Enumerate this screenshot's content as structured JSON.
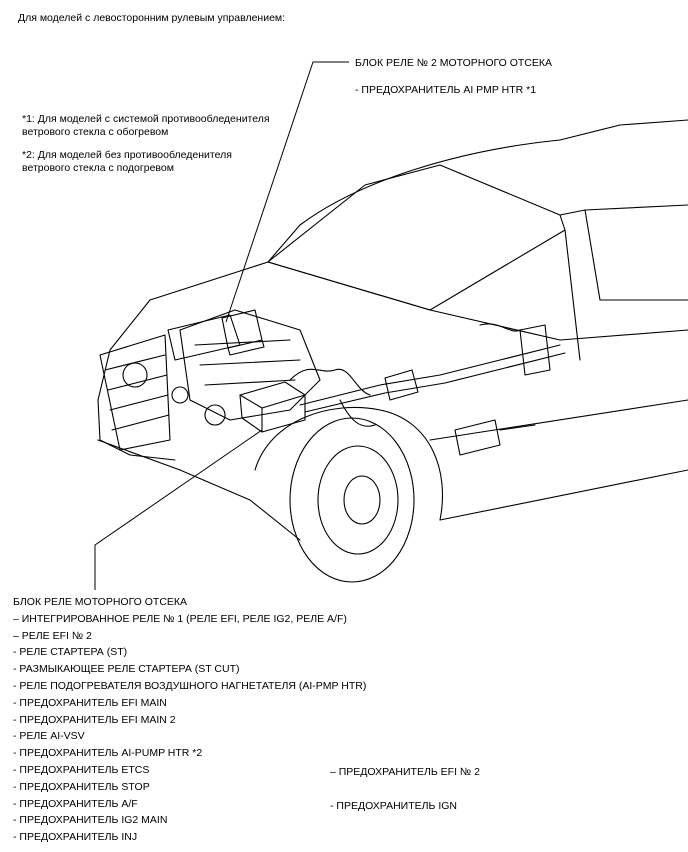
{
  "header": "Для моделей с левосторонним рулевым управлением:",
  "relay_block_2": {
    "title": "БЛОК РЕЛЕ № 2 МОТОРНОГО ОТСЕКА",
    "items": [
      "- ПРЕДОХРАНИТЕЛЬ AI PMP HTR *1"
    ]
  },
  "notes": [
    {
      "line1": "*1: Для моделей с системой противообледенителя",
      "line2": "ветрового стекла с обогревом"
    },
    {
      "line1": "*2: Для моделей без противообледенителя",
      "line2": "ветрового стекла с подогревом"
    }
  ],
  "engine_relay_block": {
    "title": "БЛОК РЕЛЕ МОТОРНОГО ОТСЕКА",
    "items": [
      "– ИНТЕГРИРОВАННОЕ РЕЛЕ № 1 (РЕЛЕ EFI, РЕЛЕ IG2, РЕЛЕ A/F)",
      "– РЕЛЕ EFI № 2",
      "- РЕЛЕ СТАРТЕРА (ST)",
      "- РАЗМЫКАЮЩЕЕ РЕЛЕ СТАРТЕРА (ST CUT)",
      "- РЕЛЕ ПОДОГРЕВАТЕЛЯ ВОЗДУШНОГО НАГНЕТАТЕЛЯ (AI-PMP HTR)",
      "- ПРЕДОХРАНИТЕЛЬ EFI MAIN",
      "- ПРЕДОХРАНИТЕЛЬ EFI MAIN 2",
      "- РЕЛЕ AI-VSV",
      "- ПРЕДОХРАНИТЕЛЬ AI-PUMP HTR *2",
      "- ПРЕДОХРАНИТЕЛЬ ETCS",
      "- ПРЕДОХРАНИТЕЛЬ STOP",
      "- ПРЕДОХРАНИТЕЛЬ A/F",
      "- ПРЕДОХРАНИТЕЛЬ IG2 MAIN",
      "- ПРЕДОХРАНИТЕЛЬ INJ"
    ],
    "items_right": [
      "– ПРЕДОХРАНИТЕЛЬ EFI № 2",
      "- ПРЕДОХРАНИТЕЛЬ IGN"
    ]
  }
}
